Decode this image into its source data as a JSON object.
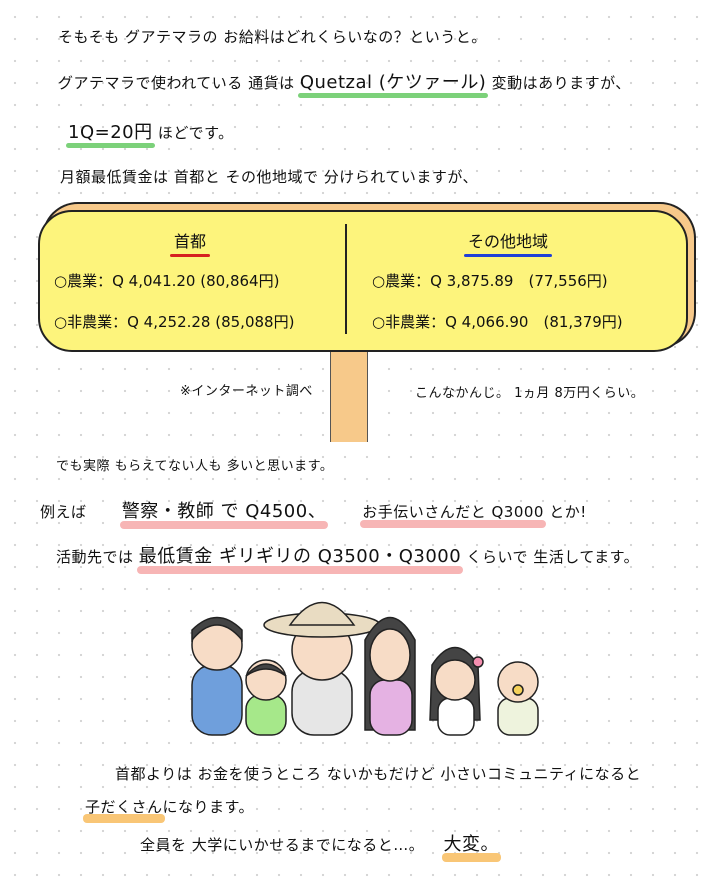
{
  "intro": {
    "line1": "そもそも グアテマラの お給料はどれくらいなの？というと。",
    "line2_a": "グアテマラで使われている 通貨は ",
    "line2_currency": "Quetzal (ケツァール)",
    "line2_b": " 変動はありますが、",
    "line3_rate": "1Q=20円",
    "line3_b": "ほどです。",
    "line4": "月額最低賃金は 首都と その他地域で 分けられていますが、"
  },
  "sign": {
    "capital": {
      "title": "首都",
      "rows": [
        {
          "label": "○農業：",
          "value": "Q 4,041.20 (80,864円)"
        },
        {
          "label": "○非農業：",
          "value": "Q 4,252.28 (85,088円)"
        }
      ]
    },
    "other": {
      "title": "その他地域",
      "rows": [
        {
          "label": "○農業：",
          "value": "Q 3,875.89　(77,556円)"
        },
        {
          "label": "○非農業：",
          "value": "Q 4,066.90　(81,379円)"
        }
      ]
    },
    "colors": {
      "board": "#fdf47c",
      "post": "#f7c98a",
      "capital_underline": "#d62020",
      "other_underline": "#1f3fd6"
    }
  },
  "notes": {
    "source": "※インターネット調べ",
    "summary": "こんなかんじ。 1ヵ月 8万円くらい。"
  },
  "reality": {
    "line1": "でも実際 もらえてない人も 多いと思います。",
    "line2_a": "例えば ",
    "line2_hl1": "警察・教師 で Q4500、",
    "line2_hl2": "お手伝いさんだと Q3000",
    "line2_b": " とか!",
    "line3_a": "活動先では ",
    "line3_hl": "最低賃金 ギリギリの Q3500・Q3000",
    "line3_b": " くらいで 生活してます。"
  },
  "closing": {
    "line1": "首都よりは お金を使うところ ないかもだけど 小さいコミュニティになると",
    "line2_hl": "子だくさん",
    "line2_b": "になります。",
    "line3_a": "全員を 大学にいかせるまでになると…。 ",
    "line3_hl": "大変。"
  }
}
